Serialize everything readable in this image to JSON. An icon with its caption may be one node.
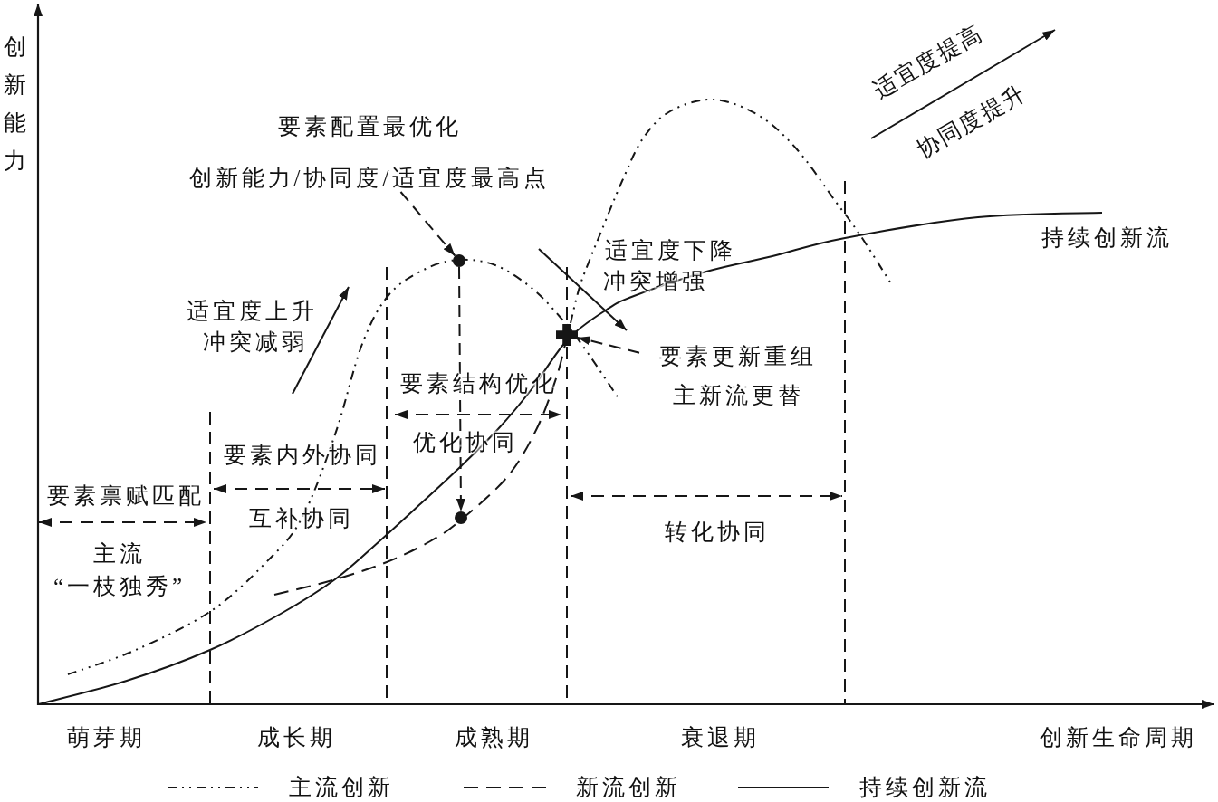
{
  "diagram": {
    "nodes": [
      {
        "text": [
          "要素配置最优化",
          "创新能力/协同度/适宜度最高点"
        ]
      },
      {
        "text": [],
        "shape": "circle"
      },
      {
        "text": [],
        "shape": "cross"
      },
      {
        "text": [
          "要素更新重组",
          "主新流更替"
        ]
      },
      {
        "text": [],
        "shape": "circle"
      }
    ],
    "edges": [
      {
        "from": 0,
        "to": 1,
        "arrow": "to",
        "style": "dashed"
      },
      {
        "from": 1,
        "to": 4,
        "arrow": "to",
        "style": "dashed"
      },
      {
        "from": 3,
        "to": 2,
        "arrow": "to",
        "style": "dashed"
      }
    ],
    "labels": [
      "创新能力",
      "适宜度提高",
      "协同度提升",
      "持续创新流",
      "适宜度下降",
      "冲突增强",
      "适宜度上升",
      "冲突减弱",
      "要素结构优化",
      "优化协同",
      "要素内外协同",
      "互补协同",
      "要素禀赋匹配",
      "转化协同",
      "主流",
      "“一枝独秀”",
      "萌芽期",
      "成长期",
      "成熟期",
      "衰退期",
      "创新生命周期"
    ],
    "legend": [
      {
        "text": "主流创新"
      },
      {
        "text": "新流创新"
      },
      {
        "text": "持续创新流"
      }
    ]
  }
}
